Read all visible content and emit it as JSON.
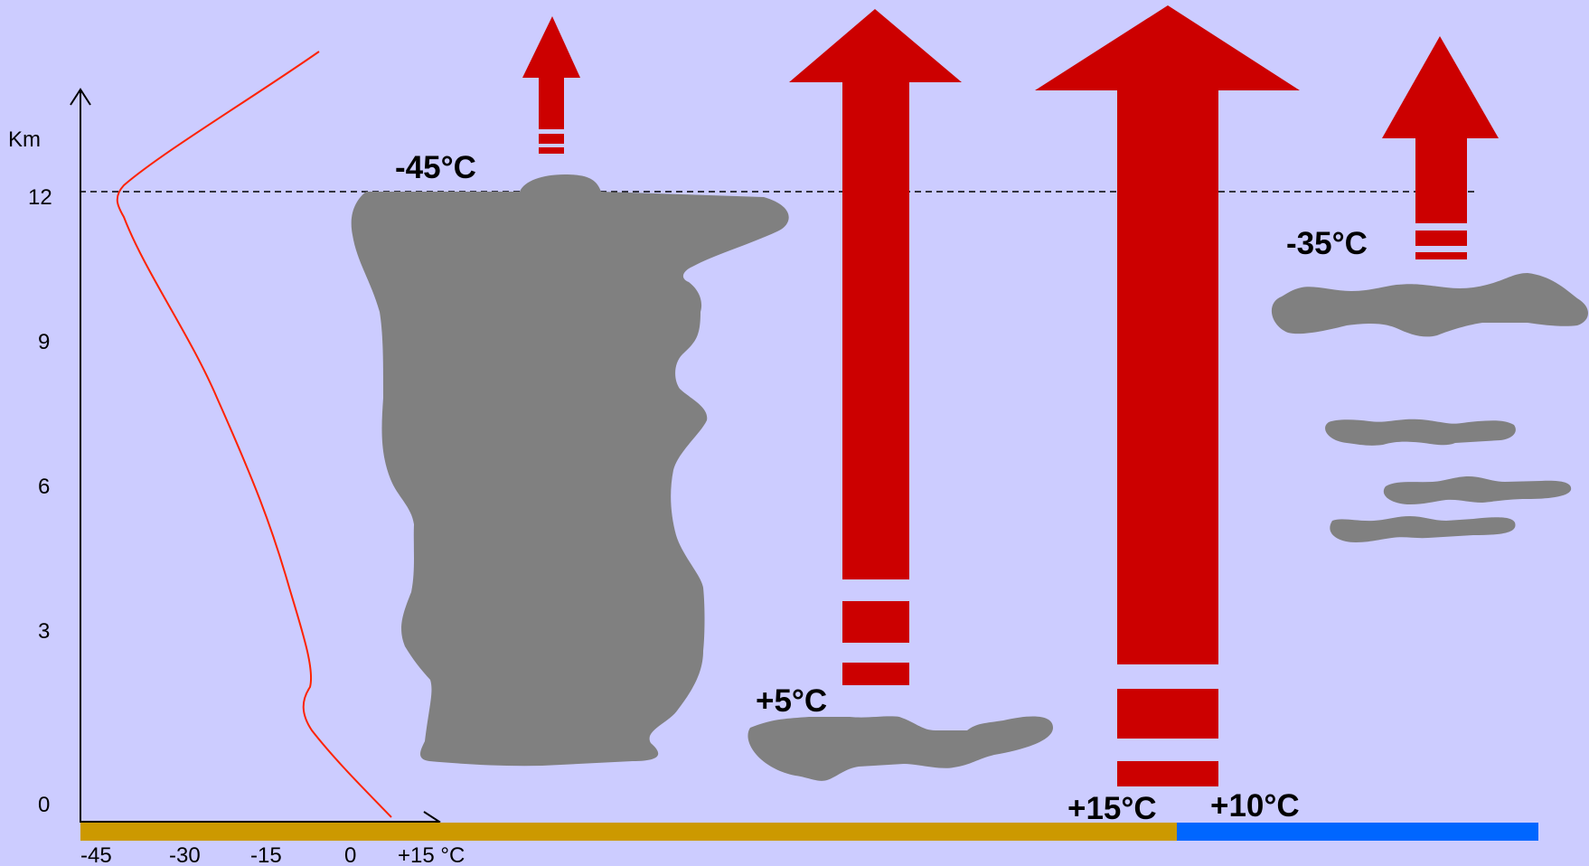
{
  "colors": {
    "background": "#ccccff",
    "arrow": "#cc0000",
    "cloud": "#808080",
    "land": "#cc9900",
    "sea": "#0066ff",
    "profile": "#ff2200"
  },
  "axis": {
    "y_unit": "Km",
    "y_ticks": [
      "12",
      "9",
      "6",
      "3",
      "0"
    ],
    "x_ticks": [
      "-45",
      "-30",
      "-15",
      "0",
      "+15 °C"
    ]
  },
  "labels": {
    "cb_top_temp": "-45°C",
    "small_cloud_temp": "+5°C",
    "right_top_temp": "-35°C",
    "land_temp": "+15°C",
    "sea_temp": "+10°C"
  },
  "icons": [
    "up-arrow-icon",
    "cloud-icon"
  ]
}
